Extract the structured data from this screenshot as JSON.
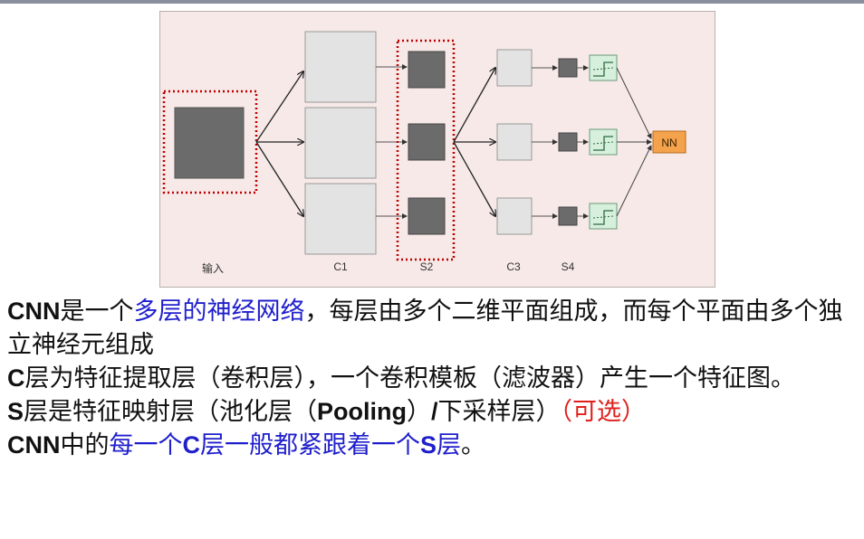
{
  "colors": {
    "panel_bg": "#f6e9e7",
    "feature_map": "#e3e3e3",
    "pooled_map": "#6b6b6b",
    "classifier_box": "#d7f0dd",
    "nn_box": "#f4a24b",
    "dotted_highlight": "#c00000",
    "blue_text": "#1f1fcc",
    "red_text": "#e0201c"
  },
  "diagram": {
    "labels": {
      "input": "输入",
      "c1": "C1",
      "s2": "S2",
      "c3": "C3",
      "s4": "S4",
      "nn": "NN"
    },
    "icon": "sigmoid-function-icon"
  },
  "text": {
    "line1": {
      "a": "CNN",
      "b": "是一个",
      "c": "多层的神经网络",
      "d": "，每层由多个二维平面组成，而每个平面由多个独立神经元组成"
    },
    "line2": {
      "a": "C",
      "b": "层为特征提取层（卷积层），一个卷积模板（滤波器）产生一个特征图。"
    },
    "line3": {
      "a": "S",
      "b": "层是特征映射层（池化层（",
      "c": "Pooling",
      "d": "）",
      "e": "/",
      "f": "下采样层）",
      "g": "（可选）"
    },
    "line4": {
      "a": "CNN",
      "b": "中的",
      "c": "每一个",
      "d": "C",
      "e": "层一般都紧跟着一个",
      "f": "S",
      "g": "层",
      "h": "。"
    }
  }
}
